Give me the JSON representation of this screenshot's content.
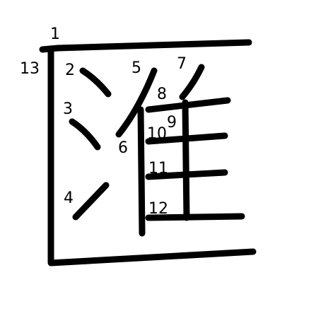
{
  "diagram": {
    "character": "匯",
    "stroke_color": "#000000",
    "background": "#ffffff",
    "stroke_count": 13,
    "numbers": [
      "1",
      "2",
      "3",
      "4",
      "5",
      "6",
      "7",
      "8",
      "9",
      "10",
      "11",
      "12",
      "13"
    ]
  }
}
